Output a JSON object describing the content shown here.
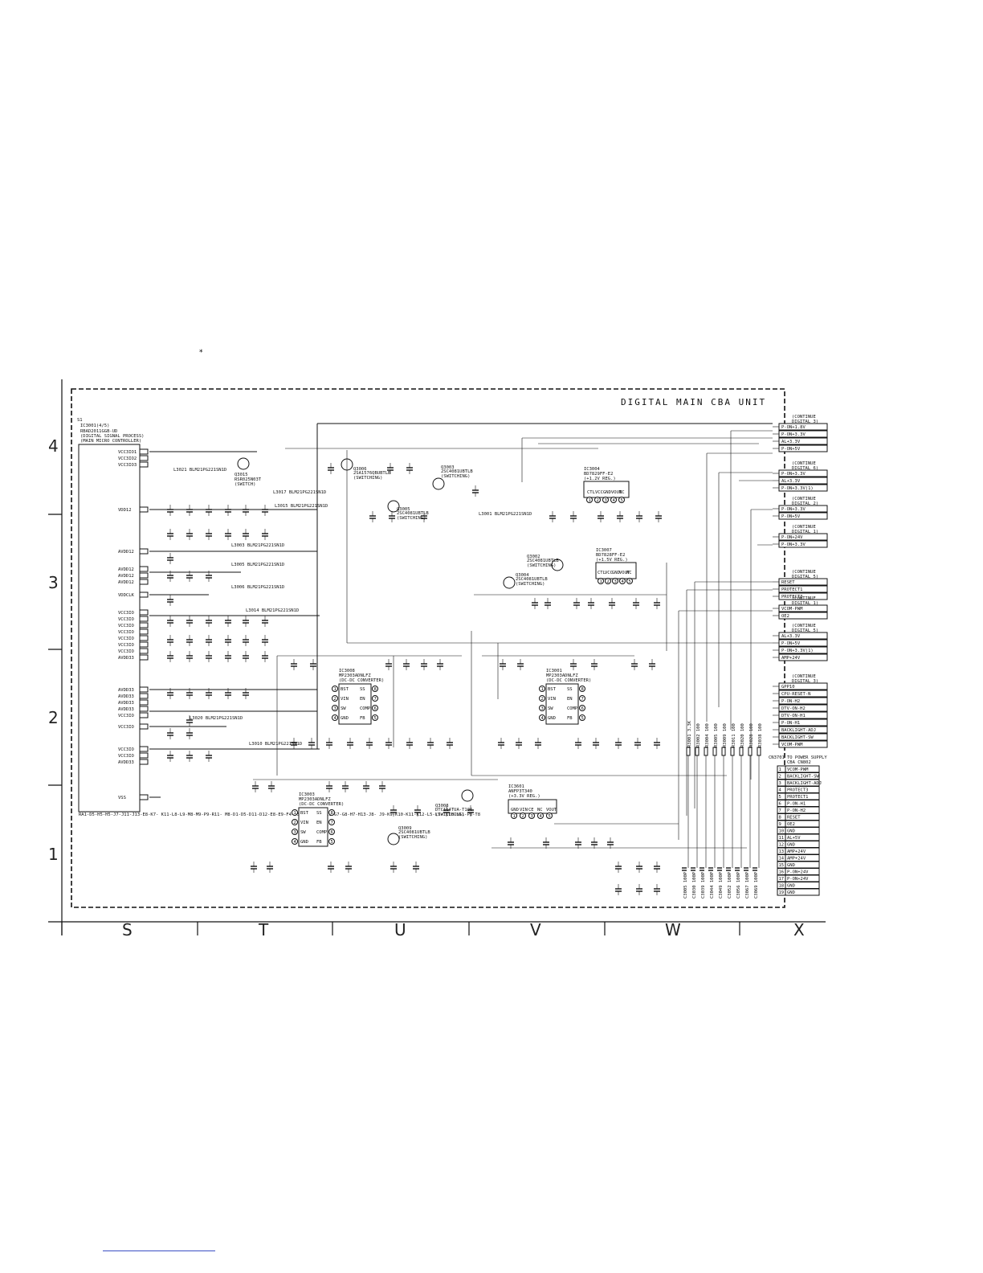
{
  "title": "DIGITAL MAIN CBA UNIT",
  "marker": "*",
  "grid": {
    "rows": [
      "4",
      "3",
      "2",
      "1"
    ],
    "cols": [
      "S",
      "T",
      "U",
      "V",
      "W",
      "X"
    ]
  },
  "main_ic": {
    "ref": "IC3001(4/5)",
    "lines": [
      "RBAD2011GGB-UD",
      "(DIGITAL SIGNAL PROCESS)",
      "(MAIN MICRO CONTROLLER)"
    ],
    "pins": [
      "VCC3IO1",
      "VCC3IO2",
      "VCC3IO3",
      "VDD12",
      "AVDD12",
      "AVDD12",
      "AVDD12",
      "AVDD12",
      "VDDCLK",
      "VCC3IO",
      "VCC3IO",
      "VCC3IO",
      "VCC3IO",
      "VCC3IO",
      "VCC3IO",
      "VCC3IO",
      "AVDD33",
      "AVDD33",
      "AVDD33",
      "AVDD33",
      "AVDD33",
      "VCC3IO",
      "VCC3IO",
      "VCC3IO",
      "VCC3IO",
      "AVDD33",
      "VSS"
    ],
    "pin_numbers": "RA1-D5-H5-H5-J7-J11-J13-E8-K7- K11-L8-L9-M8-M9-P9-R11- M8-D1-D5-D11-D12-E8-E9-F4-F5- F7-F10-F11-G7-G8-H7-H13-J8- J9-K9-K10-K11-K12-L5-L7- L10-L11-P8-T8"
  },
  "ics": [
    {
      "ref": "IC3004",
      "lines": [
        "BD7829FF-E2",
        "(+1.2V REG.)"
      ],
      "pins": [
        "CTL",
        "VCC",
        "GND",
        "VOUT",
        "NC"
      ]
    },
    {
      "ref": "IC3007",
      "lines": [
        "BD7828FF-E2",
        "(+1.5V REG.)"
      ],
      "pins": [
        "CTL",
        "VCC",
        "GND",
        "VOUT",
        "NC"
      ]
    },
    {
      "ref": "IC3008",
      "lines": [
        "MP2303ADNLFZ",
        "(DC-DC CONVERTER)"
      ],
      "left": [
        "BST",
        "VIN",
        "SW",
        "GND"
      ],
      "right": [
        "SS",
        "EN",
        "COMP",
        "FB"
      ]
    },
    {
      "ref": "IC3001",
      "lines": [
        "MP2303ADNLFZ",
        "(DC-DC CONVERTER)"
      ],
      "left": [
        "BST",
        "VIN",
        "SW",
        "GND"
      ],
      "right": [
        "SS",
        "EN",
        "COMP",
        "FB"
      ]
    },
    {
      "ref": "IC3003",
      "lines": [
        "MP2303ADNLFZ",
        "(DC-DC CONVERTER)"
      ],
      "left": [
        "BST",
        "VIN",
        "SW",
        "GND"
      ],
      "right": [
        "SS",
        "EN",
        "COMP",
        "FB"
      ]
    },
    {
      "ref": "IC3601",
      "lines": [
        "ANFP3T340",
        "(+3.3V REG.)"
      ],
      "pins": [
        "GND",
        "VIN",
        "CE",
        "NC",
        "VOUT"
      ]
    }
  ],
  "transistors": [
    {
      "ref": "Q3015",
      "lines": [
        "RSR025N03T",
        "(SWITCH)"
      ]
    },
    {
      "ref": "Q3006",
      "lines": [
        "2SA1576QBUBTLB",
        "(SWITCHING)"
      ]
    },
    {
      "ref": "Q3003",
      "lines": [
        "2SC4081UBTLB",
        "(SWITCHING)"
      ]
    },
    {
      "ref": "Q3005",
      "lines": [
        "2SC4081UBTLB",
        "(SWITCHING)"
      ]
    },
    {
      "ref": "Q3002",
      "lines": [
        "2SC4081UBTLB",
        "(SWITCHING)"
      ]
    },
    {
      "ref": "Q3004",
      "lines": [
        "2SC4081UBTLB",
        "(SWITCHING)"
      ]
    },
    {
      "ref": "Q3008",
      "lines": [
        "DTC114TUA-T106",
        "(SWITCHING)"
      ]
    },
    {
      "ref": "Q3009",
      "lines": [
        "2SC4081UBTLB",
        "(SWITCHING)"
      ]
    }
  ],
  "coils": [
    "L3021 BLM21PG221SN1D",
    "L3017 BLM21PG221SN1D",
    "L3015 BLM21PG221SN1D",
    "L3001 BLM21PG221SN1D",
    "L3003 BLM21PG221SN1D",
    "L3005 BLM21PG221SN1D",
    "L3006 BLM21PG221SN1D",
    "L3014 BLM21PG221SN1D",
    "L3010 BLM21PG221SN1D",
    "L3020 BLM21PG221SN1D"
  ],
  "right_groups": [
    {
      "header": [
        "(CONTINUE",
        "DIGITAL 3)"
      ],
      "signals": [
        "P-ON+1.8V",
        "P-ON+3.3V",
        "AL+3.3V",
        "P-ON+5V"
      ]
    },
    {
      "header": [
        "(CONTINUE",
        "DIGITAL 6)"
      ],
      "signals": [
        "P-ON+3.3V",
        "AL+3.3V",
        "P-ON+3.3V(1)"
      ]
    },
    {
      "header": [
        "(CONTINUE",
        "DIGITAL 2)"
      ],
      "signals": [
        "P-ON+3.3V",
        "P-ON+5V"
      ]
    },
    {
      "header": [
        "(CONTINUE",
        "DIGITAL 1)"
      ],
      "signals": [
        "P-ON+24V",
        "P-ON+3.3V"
      ]
    },
    {
      "header": [
        "(CONTINUE",
        "DIGITAL 5)"
      ],
      "signals": [
        "RESET",
        "PROTECT1",
        "PROTECT3"
      ]
    },
    {
      "header": [
        "(CONTINUE",
        "DIGITAL 1)"
      ],
      "signals": [
        "VCOM-PWM",
        "OE2"
      ]
    },
    {
      "header": [
        "(CONTINUE",
        "DIGITAL 5)"
      ],
      "signals": [
        "AL+3.3V",
        "P-ON+5V",
        "P-ON+3.3V(1)",
        "AMP+24V"
      ]
    },
    {
      "header": [
        "(CONTINUE",
        "DIGITAL 3)"
      ],
      "signals": [
        "GPP10",
        "CPU-RESET-N",
        "P-ON-H2",
        "DTV-ON-H2",
        "DTV-ON-H1",
        "P-ON-H1",
        "BACKLIGHT-ADJ",
        "BACKLIGHT-SW",
        "VCOM-PWM"
      ]
    }
  ],
  "connector": {
    "ref": "CN3701",
    "header": [
      "TO POWER SUPPLY",
      "CBA CN802"
    ],
    "pins": [
      "VCOM-PWM",
      "BACKLIGHT-SW",
      "BACKLIGHT-ADJ",
      "PROTECT3",
      "PROTECT1",
      "P-ON-H1",
      "P-ON-H2",
      "RESET",
      "OE2",
      "GND",
      "AL+5V",
      "GND",
      "AMP+24V",
      "AMP+24V",
      "GND",
      "P-ON+24V",
      "P-ON+24V",
      "GND",
      "GND"
    ]
  },
  "bottom_caps": [
    "C3005",
    "C3030",
    "C3039",
    "C3044",
    "C3049",
    "C3052",
    "C3056",
    "C3067",
    "C3069"
  ],
  "bottom_cap_values": [
    "100P",
    "100P",
    "100P",
    "100P",
    "100P",
    "100P",
    "100P",
    "100P",
    "100P"
  ],
  "resistors_column": [
    "R3001",
    "R3002",
    "R3004",
    "R3005",
    "R3009",
    "R3011",
    "R3020",
    "R3028",
    "R3038"
  ],
  "resistors_column_values": [
    "3.3K",
    "100",
    "100",
    "100",
    "100",
    "100",
    "100",
    "100",
    "100"
  ]
}
